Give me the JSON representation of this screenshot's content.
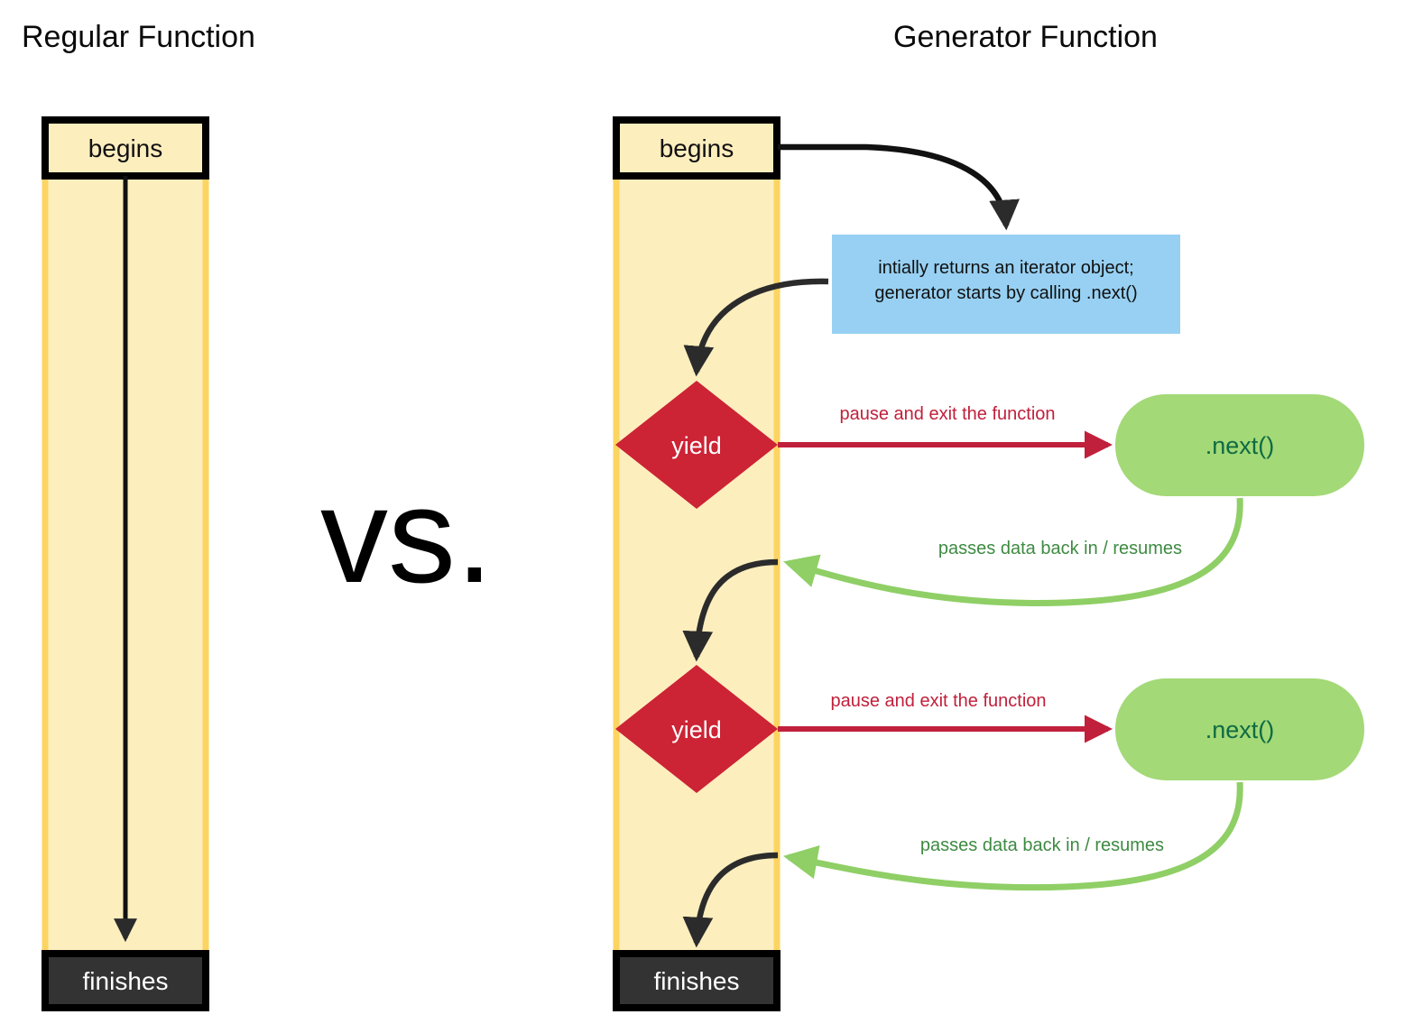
{
  "page": {
    "title_left": "Regular Function",
    "title_right": "Generator Function",
    "vs_label": "vs."
  },
  "colors": {
    "body_fill": "#fdeebe",
    "body_edge": "#fcd462",
    "begins_fill": "#fdeebe",
    "begins_stroke": "#000000",
    "finishes_fill": "#333333",
    "finishes_stroke": "#000000",
    "yield_fill": "#cc2335",
    "note_fill": "#97d0f2",
    "next_fill": "#a3d977",
    "next_text": "#0f6b43",
    "arrow_black": "#2b2b2b",
    "arrow_red": "#c0203b",
    "arrow_green": "#8fcf66",
    "label_red": "#c0203b",
    "label_green": "#3e8a42",
    "background": "#ffffff"
  },
  "regular_function": {
    "begins_label": "begins",
    "finishes_label": "finishes"
  },
  "generator_function": {
    "begins_label": "begins",
    "finishes_label": "finishes",
    "note": {
      "line1": "intially returns an iterator object;",
      "line2": "generator starts by calling .next()"
    },
    "steps": [
      {
        "yield_label": "yield",
        "pause_label": "pause and exit the function",
        "next_label": ".next()",
        "resume_label": "passes data back in / resumes"
      },
      {
        "yield_label": "yield",
        "pause_label": "pause and exit the function",
        "next_label": ".next()",
        "resume_label": "passes data back in / resumes"
      }
    ]
  }
}
